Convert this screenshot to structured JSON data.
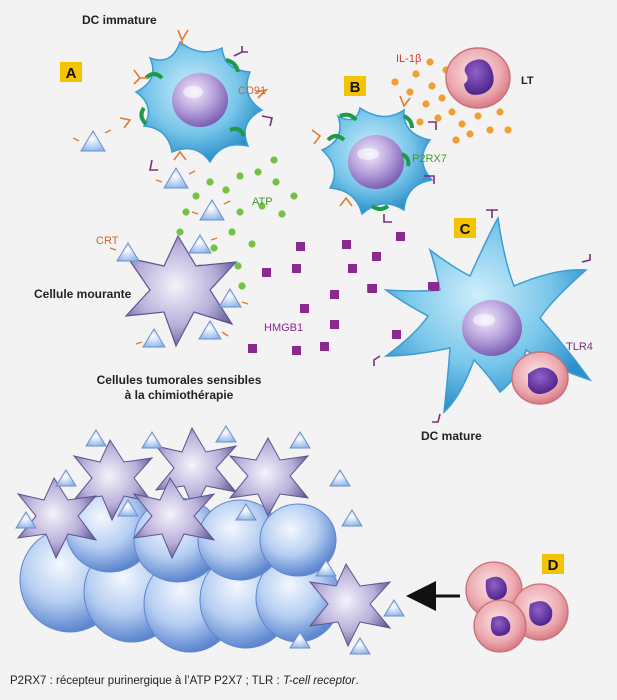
{
  "labels": {
    "dc_immature": "DC immature",
    "dc_mature": "DC mature",
    "dying_cell": "Cellule mourante",
    "tumor_cells_line1": "Cellules tumorales sensibles",
    "tumor_cells_line2": "à la chimiothérapie",
    "lt": "LT",
    "cd91": "CD91",
    "il1b": "IL-1β",
    "p2rx7": "P2RX7",
    "atp": "ATP",
    "crt": "CRT",
    "hmgb1": "HMGB1",
    "tlr4": "TLR4"
  },
  "panels": [
    "A",
    "B",
    "C",
    "D"
  ],
  "footnote": {
    "prefix": "P2RX7 : récepteur purinergique à l’ATP P2X7 ; TLR : ",
    "italic": "T-cell receptor",
    "suffix": "."
  },
  "colors": {
    "panel_badge": "#f5c400",
    "dc_blue": "#6ec3e6",
    "nucleus": "#a88ed0",
    "atp_dot": "#77c046",
    "il1b_dot": "#f0a030",
    "hmgb1_square": "#8a2a8e",
    "crt_orange": "#e07a30",
    "cd91_receptor": "#1f9a4a",
    "tlr4_receptor": "#7a2f7e",
    "lt_cell": "#e9a8ad",
    "tumor_cell": "#a9c7ee",
    "label_dc": "#222222",
    "label_il1b": "#d13a2a",
    "label_atp": "#3f9a30",
    "label_hmgb1": "#8a2a8e",
    "label_crt": "#d0652a",
    "label_tlr4": "#7a2f7e",
    "label_cd91": "#d0652a",
    "label_p2rx7": "#3f9a30"
  }
}
